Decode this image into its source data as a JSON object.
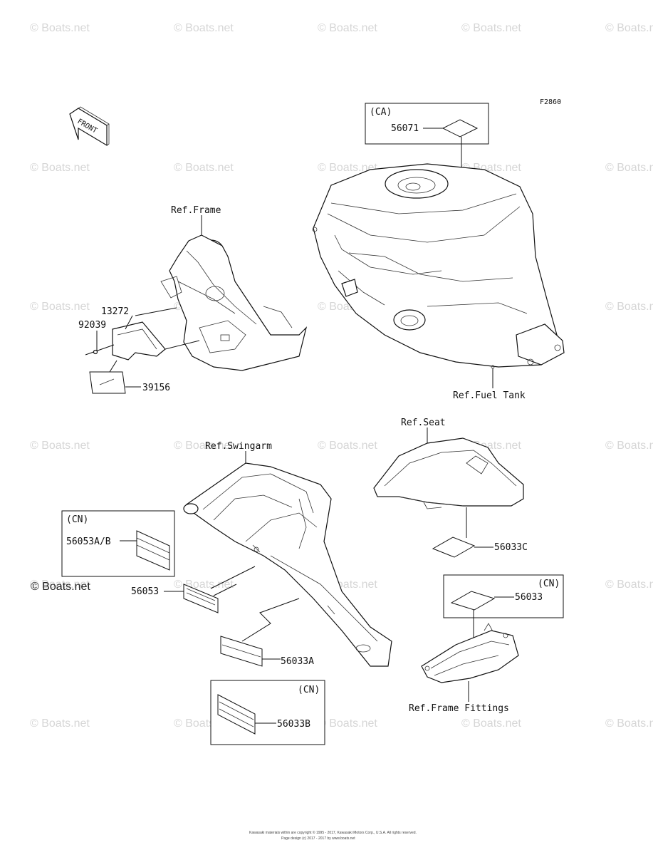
{
  "diagram": {
    "code": "F2860",
    "front_arrow_label": "FRONT",
    "references": {
      "frame": "Ref.Frame",
      "fuel_tank": "Ref.Fuel Tank",
      "seat": "Ref.Seat",
      "swingarm": "Ref.Swingarm",
      "frame_fittings": "Ref.Frame Fittings"
    },
    "region_boxes": {
      "ca": "(CA)",
      "cn_left": "(CN)",
      "cn_right": "(CN)",
      "cn_bottom": "(CN)"
    },
    "parts": {
      "p56071": "56071",
      "p13272": "13272",
      "p92039": "92039",
      "p39156": "39156",
      "p56053ab": "56053A/B",
      "p56053": "56053",
      "p56033a": "56033A",
      "p56033b": "56033B",
      "p56033c": "56033C",
      "p56033": "56033"
    }
  },
  "watermark": {
    "text": "© Boats.net"
  },
  "footer": {
    "line1": "Kawasaki materials within are copyright © 1995 - 2017, Kawasaki Motors Corp., U.S.A. All rights reserved.",
    "line2": "Page design (c) 2017 - 2017 by www.boats.net"
  }
}
